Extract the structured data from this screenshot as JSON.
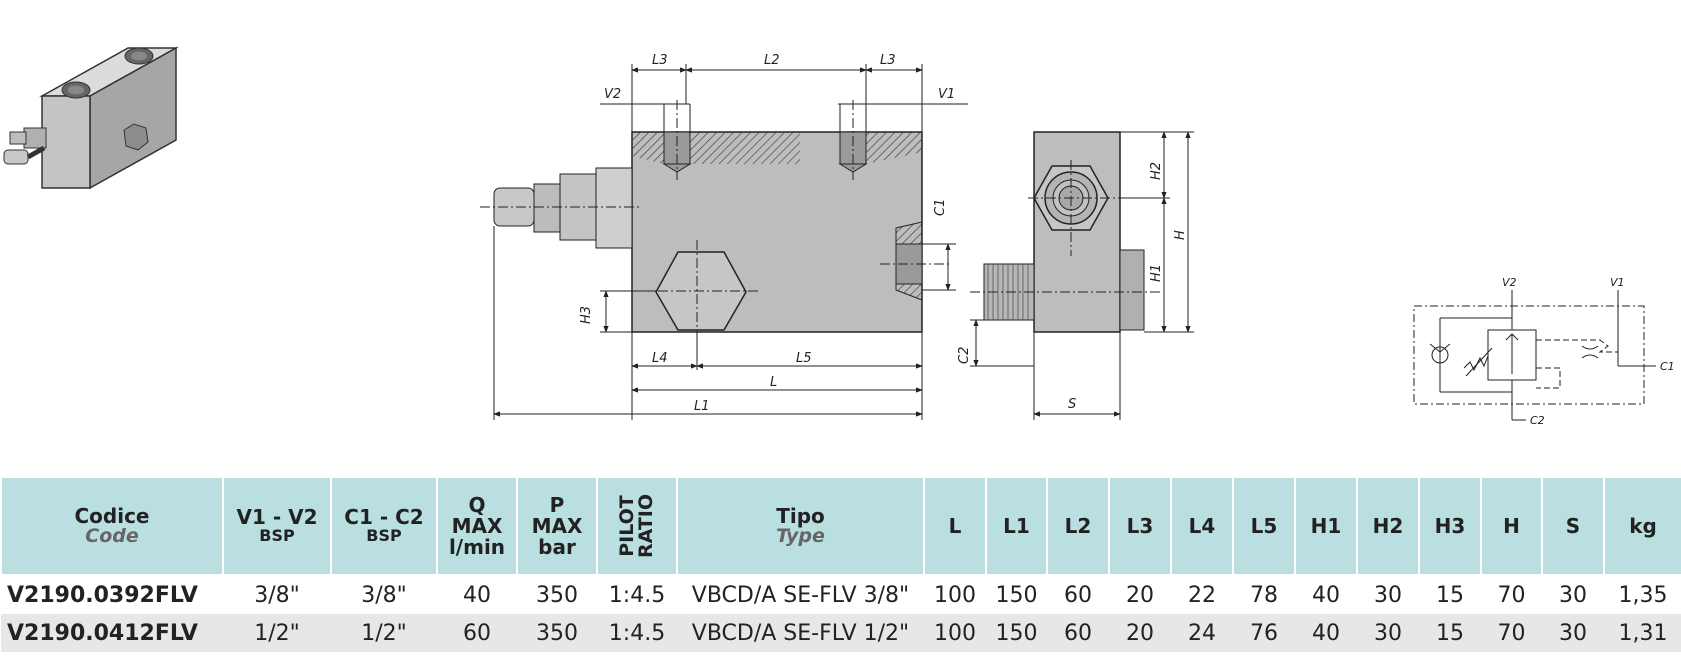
{
  "drawing": {
    "dims": {
      "top": [
        "L3",
        "L2",
        "L3"
      ],
      "v1": "V1",
      "v2": "V2",
      "c1": "C1",
      "c2": "C2",
      "h1": "H1",
      "h2": "H2",
      "h": "H",
      "h3": "H3",
      "l4": "L4",
      "l5": "L5",
      "l": "L",
      "l1": "L1",
      "s": "S"
    },
    "schematic": {
      "v1": "V1",
      "v2": "V2",
      "c1": "C1",
      "c2": "C2"
    },
    "icons": [
      "valve-3d-view-icon",
      "front-section-view-icon",
      "side-view-icon",
      "hydraulic-schematic-icon"
    ]
  },
  "table": {
    "headers": [
      {
        "main": "Codice",
        "sub": "Code"
      },
      {
        "main": "V1 - V2",
        "small": "BSP"
      },
      {
        "main": "C1 - C2",
        "small": "BSP"
      },
      {
        "lines": [
          "Q",
          "MAX",
          "l/min"
        ]
      },
      {
        "lines": [
          "P",
          "MAX",
          "bar"
        ]
      },
      {
        "vertical": [
          "PILOT",
          "RATIO"
        ]
      },
      {
        "main": "Tipo",
        "sub": "Type"
      },
      {
        "main": "L"
      },
      {
        "main": "L1"
      },
      {
        "main": "L2"
      },
      {
        "main": "L3"
      },
      {
        "main": "L4"
      },
      {
        "main": "L5"
      },
      {
        "main": "H1"
      },
      {
        "main": "H2"
      },
      {
        "main": "H3"
      },
      {
        "main": "H"
      },
      {
        "main": "S"
      },
      {
        "main": "kg"
      }
    ],
    "rows": [
      [
        "V2190.0392FLV",
        "3/8\"",
        "3/8\"",
        "40",
        "350",
        "1:4.5",
        "VBCD/A SE-FLV 3/8\"",
        "100",
        "150",
        "60",
        "20",
        "22",
        "78",
        "40",
        "30",
        "15",
        "70",
        "30",
        "1,35"
      ],
      [
        "V2190.0412FLV",
        "1/2\"",
        "1/2\"",
        "60",
        "350",
        "1:4.5",
        "VBCD/A SE-FLV 1/2\"",
        "100",
        "150",
        "60",
        "20",
        "24",
        "76",
        "40",
        "30",
        "15",
        "70",
        "30",
        "1,31"
      ]
    ]
  },
  "colors": {
    "header_bg": "#b9dfe1",
    "alt_row_bg": "#e7e7e7",
    "steel": "#b8b8b8"
  }
}
